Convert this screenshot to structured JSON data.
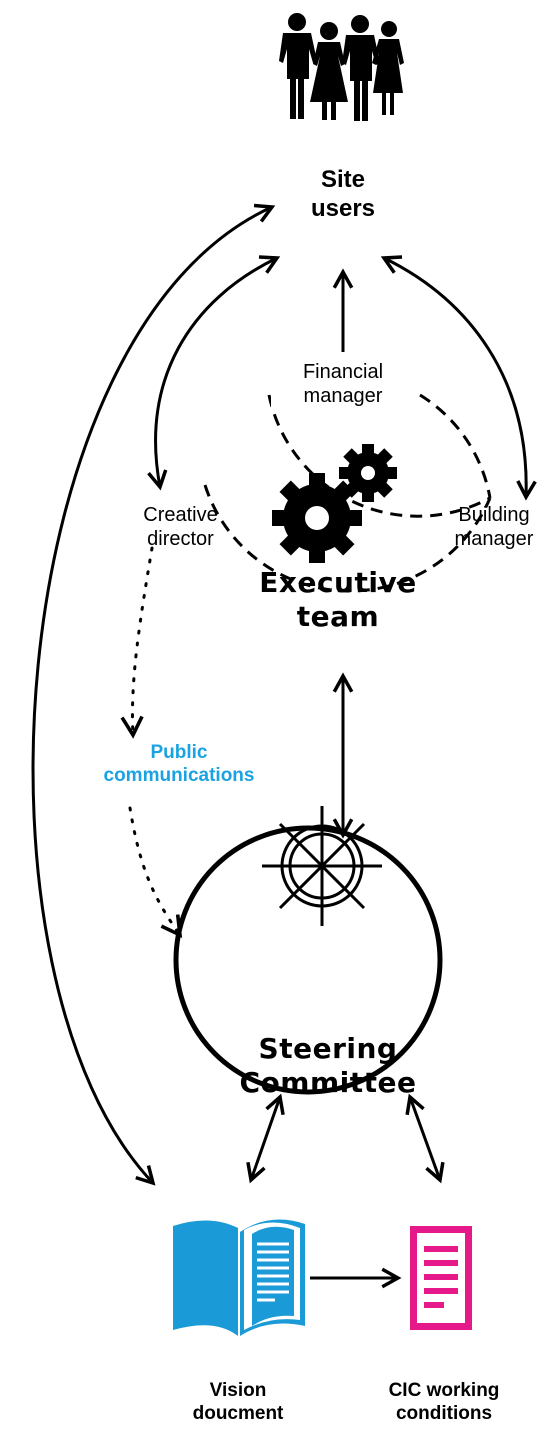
{
  "nodes": {
    "site_users": {
      "lines": [
        "Site",
        "users"
      ]
    },
    "financial_manager": {
      "lines": [
        "Financial",
        "manager"
      ]
    },
    "creative_director": {
      "lines": [
        "Creative",
        "director"
      ]
    },
    "building_manager": {
      "lines": [
        "Building",
        "manager"
      ]
    },
    "executive_team": {
      "lines": [
        "Executive",
        "team"
      ]
    },
    "public_communications": {
      "lines": [
        "Public",
        "communications"
      ],
      "color": "#1aa3e0"
    },
    "steering_committee": {
      "lines": [
        "Steering",
        "Committee"
      ]
    },
    "vision_document": {
      "lines": [
        "Vision",
        "doucment"
      ],
      "color": "#1a9ad6"
    },
    "cic_working_conditions": {
      "lines": [
        "CIC working",
        "conditions"
      ],
      "color": "#e6198a"
    }
  },
  "icons": {
    "site_users": "people-group-icon",
    "executive_team": "gears-icon",
    "steering_committee": "ship-wheel-icon",
    "vision_document": "open-book-icon",
    "cic_working_conditions": "document-icon"
  }
}
